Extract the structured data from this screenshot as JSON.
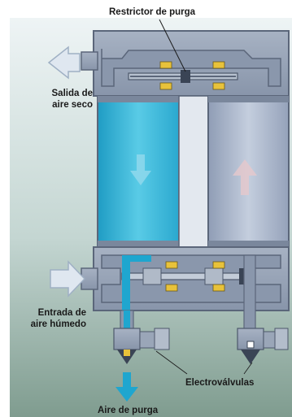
{
  "labels": {
    "restrictor": "Restrictor de purga",
    "outlet_line1": "Salida de",
    "outlet_line2": "aire seco",
    "inlet_line1": "Entrada de",
    "inlet_line2": "aire húmedo",
    "valves": "Electroválvulas",
    "purge": "Aire de purga"
  },
  "colors": {
    "body_gray": "#9aa6b8",
    "body_dark": "#6f7b8e",
    "wet_column": "#3cb8d6",
    "dry_column": "#aab6cc",
    "flow_blue": "#1fa6cf",
    "valve_yellow": "#e8c23a",
    "background_gradient_top": "#e9f1f3",
    "background_gradient_bottom": "#8aa59a"
  }
}
